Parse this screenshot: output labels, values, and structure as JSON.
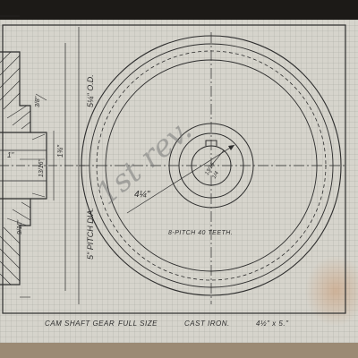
{
  "drawing": {
    "title_block": {
      "part_name": "CAM SHAFT GEAR",
      "scale": "FULL SIZE",
      "material": "CAST IRON.",
      "size": "4½\" x 5.\""
    },
    "gear_note": "8-PITCH   40 TEETH.",
    "dimensions": {
      "od": "5¼\" O.D.",
      "pitch_dia": "5\" PITCH DIA.",
      "radius_callout": "4¼\"",
      "bore": "1\"",
      "hub_small": "1¾\"",
      "hub_width": "13/16\"",
      "rim_gap": "3/8\"",
      "flange": "9/16\"",
      "keyway_a": "13/16",
      "keyway_b": "1/4"
    },
    "pencil_note": "1st rev."
  }
}
